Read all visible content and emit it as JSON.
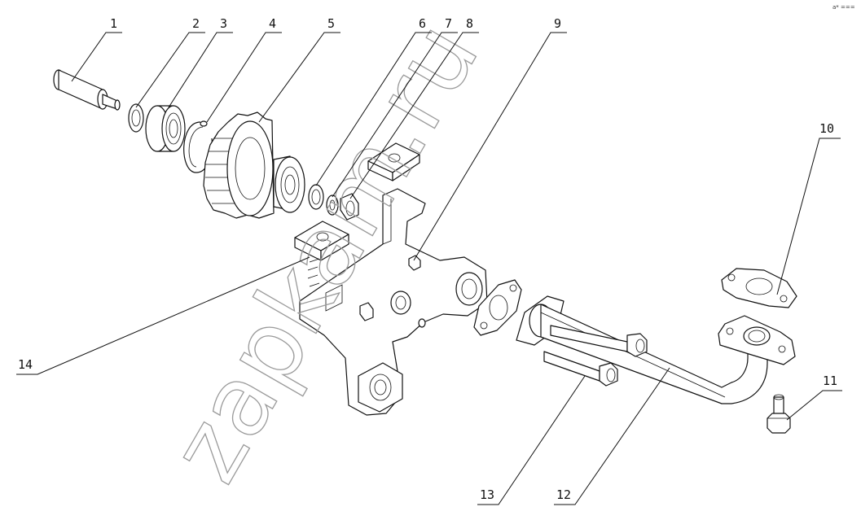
{
  "watermark": "zapkam.ru",
  "corner_mark": "a* ===",
  "callouts": [
    {
      "id": "c1",
      "label": "1"
    },
    {
      "id": "c2",
      "label": "2"
    },
    {
      "id": "c3",
      "label": "3"
    },
    {
      "id": "c4",
      "label": "4"
    },
    {
      "id": "c5",
      "label": "5"
    },
    {
      "id": "c6",
      "label": "6"
    },
    {
      "id": "c7",
      "label": "7"
    },
    {
      "id": "c8",
      "label": "8"
    },
    {
      "id": "c9",
      "label": "9"
    },
    {
      "id": "c10",
      "label": "10"
    },
    {
      "id": "c11",
      "label": "11"
    },
    {
      "id": "c12",
      "label": "12"
    },
    {
      "id": "c13",
      "label": "13"
    },
    {
      "id": "c14",
      "label": "14"
    }
  ]
}
